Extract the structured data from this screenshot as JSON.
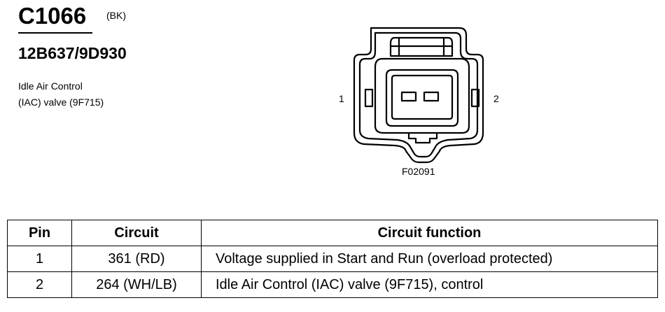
{
  "header": {
    "connector_id": "C1066",
    "color_code": "(BK)",
    "part_number": "12B637/9D930",
    "description_line1": "Idle Air Control",
    "description_line2": "(IAC) valve (9F715)"
  },
  "diagram": {
    "pin_1_label": "1",
    "pin_2_label": "2",
    "figure_id": "F02091"
  },
  "table": {
    "headers": {
      "pin": "Pin",
      "circuit": "Circuit",
      "function": "Circuit function"
    },
    "rows": [
      {
        "pin": "1",
        "circuit": "361 (RD)",
        "function": "Voltage supplied in Start and Run (overload protected)"
      },
      {
        "pin": "2",
        "circuit": "264 (WH/LB)",
        "function": "Idle Air Control (IAC) valve (9F715), control"
      }
    ]
  }
}
